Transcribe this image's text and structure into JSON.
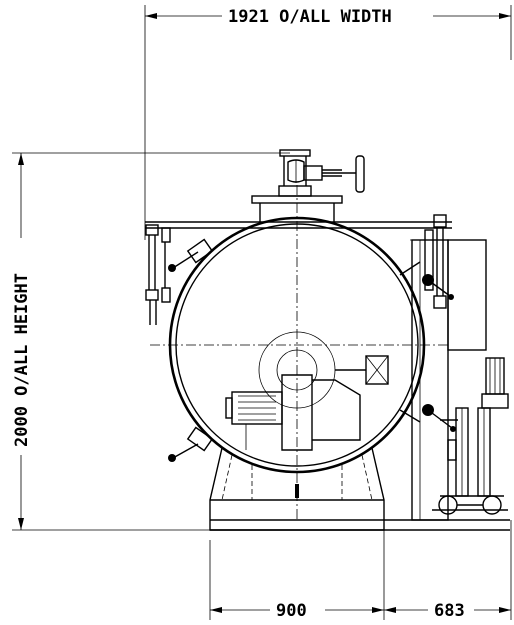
{
  "dimensions": {
    "overall_width": "1921 O/ALL WIDTH",
    "overall_height": "2000 O/ALL HEIGHT",
    "base_width": "900",
    "side_width": "683"
  }
}
